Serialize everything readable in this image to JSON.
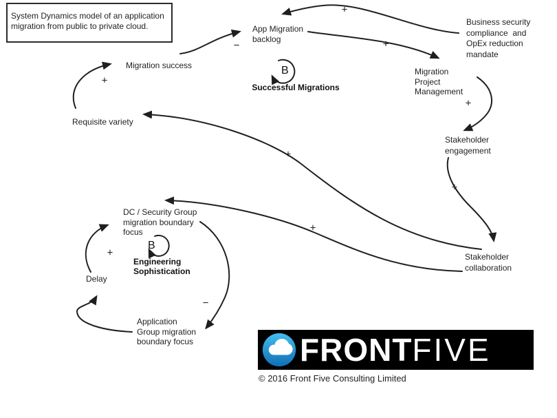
{
  "title_box": {
    "text": "System Dynamics model of an application\nmigration from public to private cloud."
  },
  "nodes": {
    "migration_success": "Migration success",
    "app_migration_backlog": "App Migration\nbacklog",
    "business_security_mandate": "Business security\ncompliance  and\nOpEx reduction\nmandate",
    "migration_project_management": "Migration\nProject\nManagement",
    "stakeholder_engagement": "Stakeholder\nengagement",
    "stakeholder_collaboration": "Stakeholder\ncollaboration",
    "requisite_variety": "Requisite variety",
    "dc_security_group_focus": "DC / Security Group\nmigration boundary\nfocus",
    "delay": "Delay",
    "application_group_focus": "Application\nGroup migration\nboundary focus"
  },
  "loops": {
    "successful_migrations": {
      "symbol": "B",
      "label": "Successful Migrations"
    },
    "engineering_sophistication": {
      "symbol": "B",
      "label": "Engineering\nSophistication"
    }
  },
  "polarities": {
    "requisite_to_success": "+",
    "success_to_backlog": "−",
    "mandate_to_backlog": "+",
    "backlog_to_project_mgmt": "+",
    "project_mgmt_to_engagement": "+",
    "engagement_to_collaboration": "+",
    "collaboration_to_requisite": "+",
    "collaboration_to_dc_focus": "+",
    "delay_to_dc_focus": "+",
    "dc_focus_to_app_group": "−"
  },
  "footer": {
    "logo_front": "FRONT",
    "logo_five": "FIVE",
    "copyright": "© 2016 Front Five Consulting Limited"
  },
  "colors": {
    "ink": "#1f1f1f",
    "logo_bg": "#000000",
    "logo_blue_light": "#45bdee",
    "logo_blue_dark": "#0f6fb4",
    "cloud_white": "#ffffff"
  }
}
